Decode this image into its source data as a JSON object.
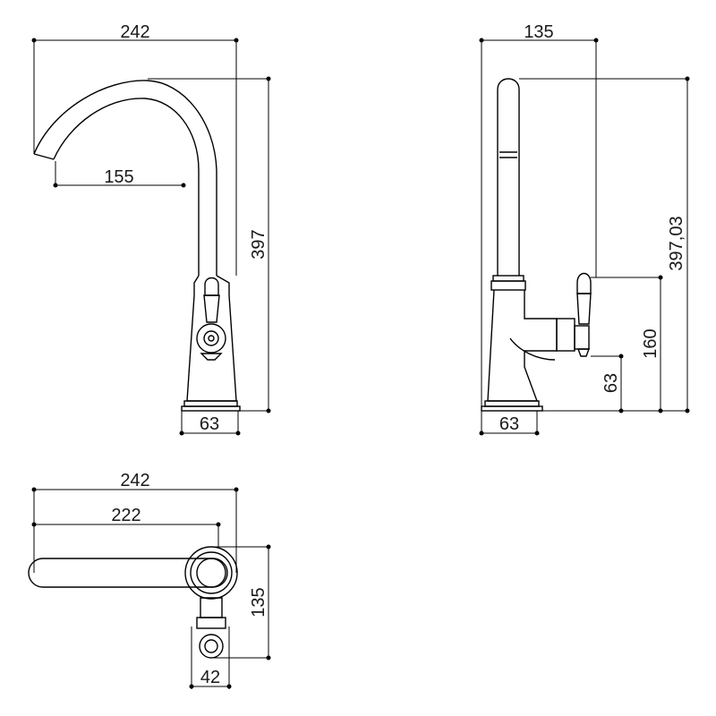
{
  "front_view": {
    "width_overall": "242",
    "reach": "155",
    "height": "397",
    "base": "63"
  },
  "side_view": {
    "depth": "135",
    "height": "397,03",
    "handle_height": "160",
    "handle_low": "63",
    "base": "63"
  },
  "top_view": {
    "width_overall": "242",
    "spout_length": "222",
    "depth": "135",
    "handle_width": "42"
  }
}
